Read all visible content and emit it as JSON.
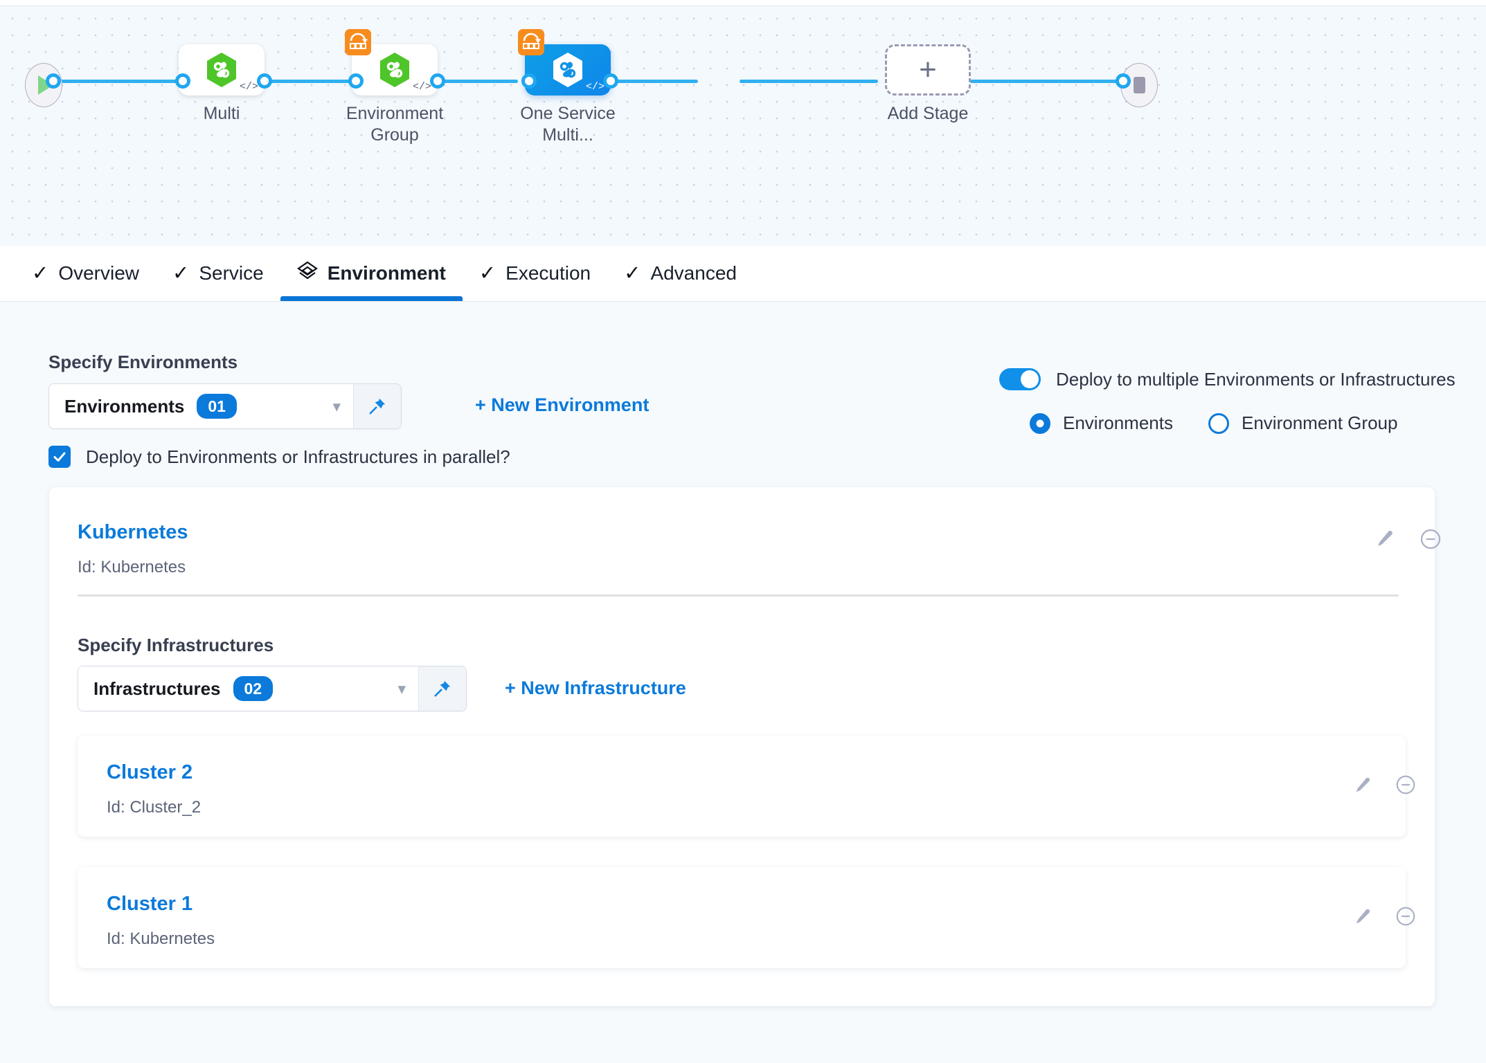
{
  "pipeline": {
    "start_icon": "play-icon",
    "end_icon": "stop-icon",
    "nodes": [
      {
        "label": "Multi",
        "icon": "harness-service-icon",
        "badge": null,
        "selected": false,
        "code_icon": "code-icon"
      },
      {
        "label": "Environment Group",
        "icon": "harness-service-icon",
        "badge": "multi-deploy-icon",
        "selected": false,
        "code_icon": "code-icon"
      },
      {
        "label": "One Service Multi...",
        "icon": "harness-service-icon",
        "badge": "multi-deploy-icon",
        "selected": true,
        "code_icon": "code-icon"
      }
    ],
    "add_stage": {
      "label": "Add Stage",
      "icon": "plus-icon"
    }
  },
  "tabs": [
    {
      "label": "Overview",
      "icon": "check-icon",
      "active": false
    },
    {
      "label": "Service",
      "icon": "check-icon",
      "active": false
    },
    {
      "label": "Environment",
      "icon": "layers-icon",
      "active": true
    },
    {
      "label": "Execution",
      "icon": "check-icon",
      "active": false
    },
    {
      "label": "Advanced",
      "icon": "check-icon",
      "active": false
    }
  ],
  "environments_section": {
    "title": "Specify Environments",
    "select_label": "Environments",
    "select_count": "01",
    "caret_icon": "chevron-down-icon",
    "pin_icon": "pin-icon",
    "new_link": "+ New Environment"
  },
  "multi_deploy": {
    "toggle_label": "Deploy to multiple Environments or Infrastructures",
    "toggle_on": true,
    "options": [
      {
        "label": "Environments",
        "selected": true
      },
      {
        "label": "Environment Group",
        "selected": false
      }
    ]
  },
  "parallel": {
    "label": "Deploy to Environments or Infrastructures in parallel?",
    "checked": true,
    "check_icon": "check-icon"
  },
  "environment_card": {
    "name": "Kubernetes",
    "id_text": "Id: Kubernetes",
    "edit_icon": "pencil-icon",
    "remove_icon": "minus-circle-icon"
  },
  "infrastructures_section": {
    "title": "Specify Infrastructures",
    "select_label": "Infrastructures",
    "select_count": "02",
    "caret_icon": "chevron-down-icon",
    "pin_icon": "pin-icon",
    "new_link": "+ New Infrastructure"
  },
  "infrastructures": [
    {
      "name": "Cluster 2",
      "id_text": "Id: Cluster_2",
      "edit_icon": "pencil-icon",
      "remove_icon": "minus-circle-icon"
    },
    {
      "name": "Cluster 1",
      "id_text": "Id: Kubernetes",
      "edit_icon": "pencil-icon",
      "remove_icon": "minus-circle-icon"
    }
  ],
  "colors": {
    "accent_blue": "#0b7ada",
    "edge_blue": "#30b0f0",
    "badge_orange": "#f78c1e",
    "node_green": "#4ec528",
    "canvas_bg": "#f4f9fd",
    "page_bg": "#f6fafd"
  }
}
